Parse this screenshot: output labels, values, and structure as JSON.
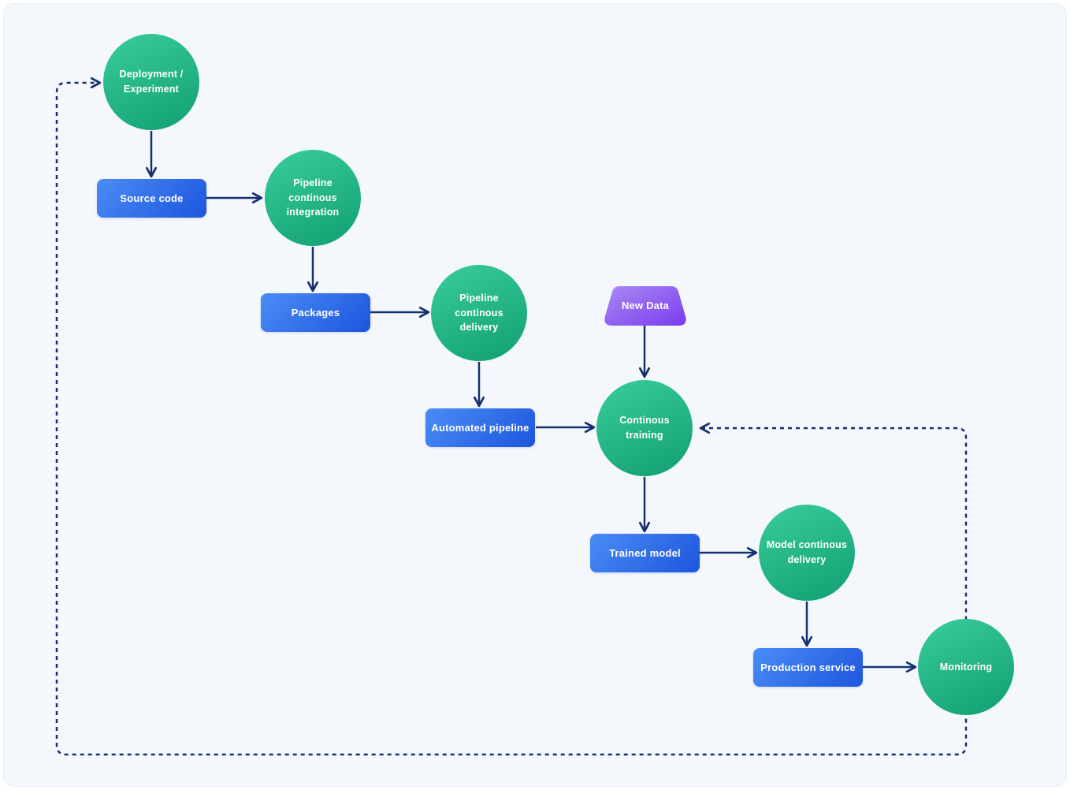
{
  "diagram": {
    "nodes": {
      "deployment_experiment": "Deployment /\nExperiment",
      "source_code": "Source code",
      "pipeline_ci": "Pipeline continous\nintegration",
      "packages": "Packages",
      "pipeline_cd": "Pipeline continous\ndelivery",
      "new_data": "New Data",
      "automated_pipeline": "Automated pipeline",
      "continuous_training": "Continous\ntraining",
      "trained_model": "Trained model",
      "model_cd": "Model continous\ndelivery",
      "production_service": "Production service",
      "monitoring": "Monitoring"
    },
    "colors": {
      "background": "#f4f8fd",
      "arrow": "#16316e",
      "circle_gradient_start": "#36c897",
      "circle_gradient_end": "#13a173",
      "rect_gradient_start": "#4a8df5",
      "rect_gradient_end": "#1d55dd",
      "trapezoid_gradient_start": "#a98af5",
      "trapezoid_gradient_end": "#7b3bee",
      "text": "#ffffff"
    }
  }
}
